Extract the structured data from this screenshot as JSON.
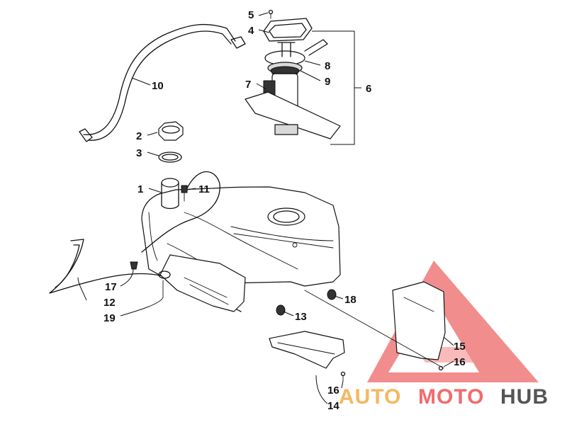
{
  "diagram": {
    "callouts": [
      "1",
      "2",
      "3",
      "4",
      "5",
      "6",
      "7",
      "8",
      "9",
      "10",
      "11",
      "12",
      "13",
      "14",
      "15",
      "16",
      "16",
      "17",
      "18",
      "19"
    ]
  },
  "watermark": {
    "brand_part1": "AUTO",
    "brand_part2": "MOTO",
    "brand_part3": "HUB",
    "colors": {
      "triangle": "#f07a7a",
      "auto": "#f4b860",
      "moto": "#f26b6b",
      "hub": "#555555"
    }
  }
}
